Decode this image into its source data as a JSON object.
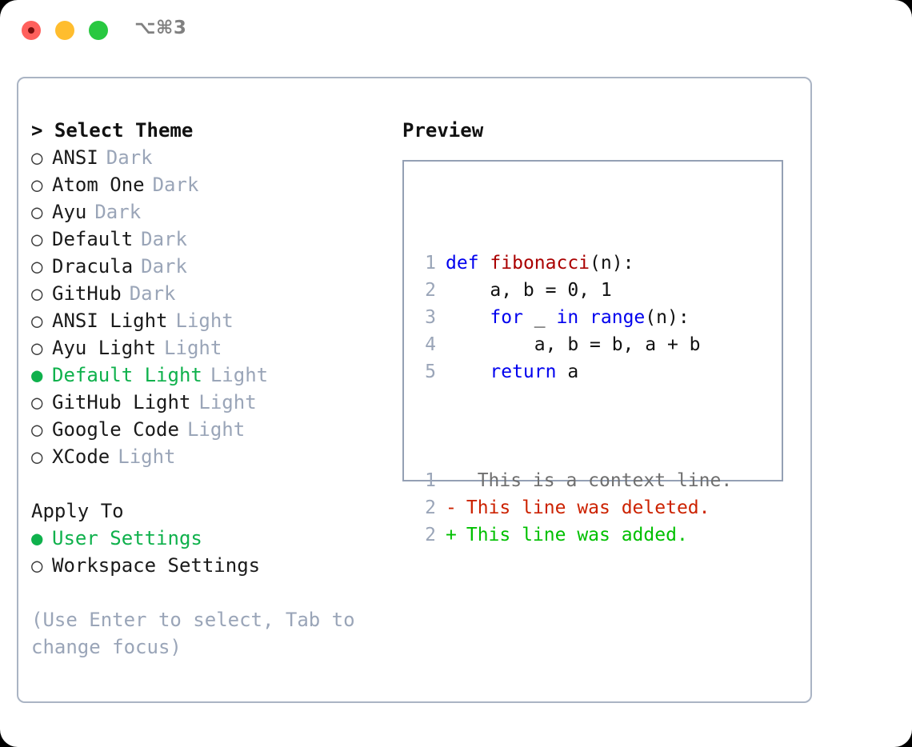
{
  "window": {
    "shortcut": "⌥⌘3",
    "traffic_lights": [
      {
        "name": "close",
        "color": "#ff605c"
      },
      {
        "name": "minimize",
        "color": "#ffbd2e"
      },
      {
        "name": "zoom",
        "color": "#28c840"
      }
    ]
  },
  "colors": {
    "selection_green": "#0fb14c",
    "tag_gray": "#9aa5b8",
    "keyword_blue": "#0000ee",
    "function_red": "#aa0000",
    "diff_delete": "#cc2200",
    "diff_add": "#00c000",
    "panel_border": "#aab4c4",
    "preview_border": "#94a0b4"
  },
  "theme_list": {
    "header": "> Select Theme",
    "items": [
      {
        "label": "ANSI",
        "tag": "Dark",
        "marker": "○",
        "selected": false
      },
      {
        "label": "Atom One",
        "tag": "Dark",
        "marker": "○",
        "selected": false
      },
      {
        "label": "Ayu",
        "tag": "Dark",
        "marker": "○",
        "selected": false
      },
      {
        "label": "Default",
        "tag": "Dark",
        "marker": "○",
        "selected": false
      },
      {
        "label": "Dracula",
        "tag": "Dark",
        "marker": "○",
        "selected": false
      },
      {
        "label": "GitHub",
        "tag": "Dark",
        "marker": "○",
        "selected": false
      },
      {
        "label": "ANSI Light",
        "tag": "Light",
        "marker": "○",
        "selected": false
      },
      {
        "label": "Ayu Light",
        "tag": "Light",
        "marker": "○",
        "selected": false
      },
      {
        "label": "Default Light",
        "tag": "Light",
        "marker": "●",
        "selected": true
      },
      {
        "label": "GitHub Light",
        "tag": "Light",
        "marker": "○",
        "selected": false
      },
      {
        "label": "Google Code",
        "tag": "Light",
        "marker": "○",
        "selected": false
      },
      {
        "label": "XCode",
        "tag": "Light",
        "marker": "○",
        "selected": false
      }
    ]
  },
  "apply_to": {
    "header": "Apply To",
    "items": [
      {
        "label": "User Settings",
        "marker": "●",
        "selected": true
      },
      {
        "label": "Workspace Settings",
        "marker": "○",
        "selected": false
      }
    ]
  },
  "hint": "(Use Enter to select, Tab to change focus)",
  "preview": {
    "title": "Preview",
    "code_lines": [
      {
        "num": "1",
        "tokens": [
          {
            "t": "def",
            "c": "kw"
          },
          {
            "t": " ",
            "c": "pln"
          },
          {
            "t": "fibonacci",
            "c": "fn"
          },
          {
            "t": "(n):",
            "c": "pln"
          }
        ]
      },
      {
        "num": "2",
        "tokens": [
          {
            "t": "    a, b = 0, 1",
            "c": "pln"
          }
        ]
      },
      {
        "num": "3",
        "tokens": [
          {
            "t": "    ",
            "c": "pln"
          },
          {
            "t": "for",
            "c": "kw"
          },
          {
            "t": " _ ",
            "c": "pln"
          },
          {
            "t": "in",
            "c": "kw"
          },
          {
            "t": " ",
            "c": "pln"
          },
          {
            "t": "range",
            "c": "kw"
          },
          {
            "t": "(n):",
            "c": "pln"
          }
        ]
      },
      {
        "num": "4",
        "tokens": [
          {
            "t": "        a, b = b, a + b",
            "c": "pln"
          }
        ]
      },
      {
        "num": "5",
        "tokens": [
          {
            "t": "    ",
            "c": "pln"
          },
          {
            "t": "return",
            "c": "kw"
          },
          {
            "t": " a",
            "c": "pln"
          }
        ]
      }
    ],
    "diff_lines": [
      {
        "num": "1",
        "sign": " ",
        "text": "  This is a context line.",
        "kind": "ctx"
      },
      {
        "num": "2",
        "sign": "-",
        "text": " This line was deleted.",
        "kind": "del"
      },
      {
        "num": "2",
        "sign": "+",
        "text": " This line was added.",
        "kind": "add"
      }
    ]
  }
}
